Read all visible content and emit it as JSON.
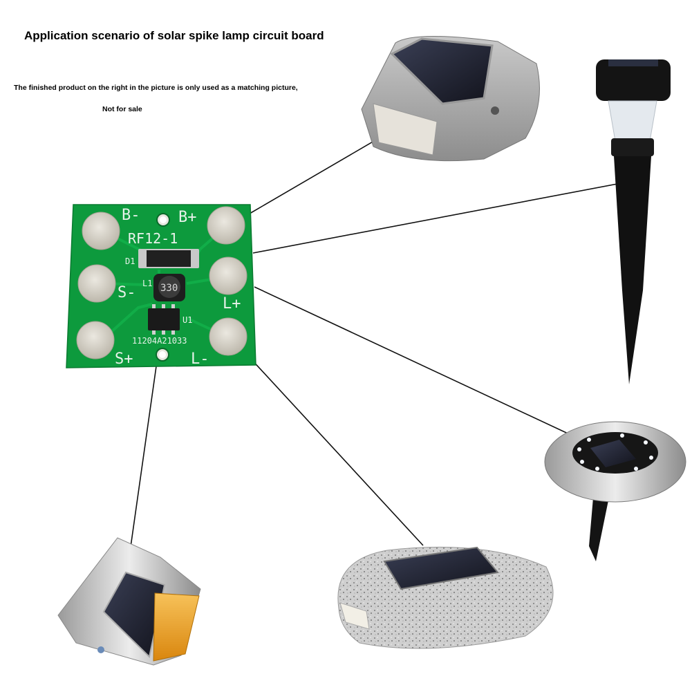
{
  "heading": {
    "title": "Application scenario of solar spike lamp circuit board",
    "note_line1": "The finished product on the right in the picture is only used as a matching picture,",
    "note_line2": "Not for sale"
  },
  "board": {
    "model": "RF12-1",
    "pad_b_minus": "B-",
    "pad_b_plus": "B+",
    "pad_s_minus": "S-",
    "pad_s_plus": "S+",
    "pad_l_plus": "L+",
    "pad_l_minus": "L-",
    "diode_ref": "D1",
    "inductor_ref": "L1",
    "inductor_value": "330",
    "ic_ref": "U1",
    "serial": "11204A21033"
  },
  "colors": {
    "pcb_green": "#0d9a3d",
    "pad_silver": "#d6d2c8",
    "amber_reflector": "#f0a020"
  },
  "products": [
    "road-stud-light-icon",
    "stake-garden-light-icon",
    "inground-disc-light-icon",
    "stone-garden-light-icon",
    "aluminum-road-stud-icon"
  ]
}
